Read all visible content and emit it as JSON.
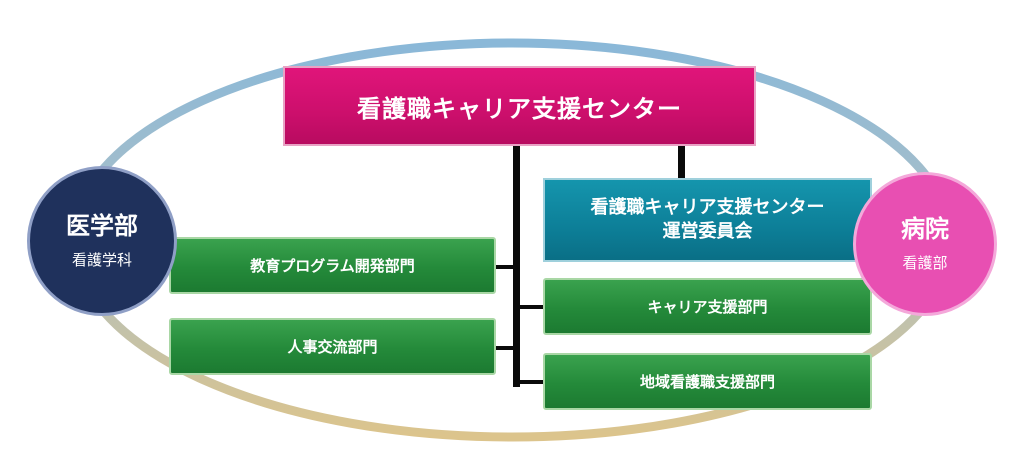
{
  "center": {
    "title": "看護職キャリア支援センター"
  },
  "committee": {
    "line1": "看護職キャリア支援センター",
    "line2": "運営委員会"
  },
  "left_departments": [
    {
      "label": "教育プログラム開発部門"
    },
    {
      "label": "人事交流部門"
    }
  ],
  "right_departments": [
    {
      "label": "キャリア支援部門"
    },
    {
      "label": "地域看護職支援部門"
    }
  ],
  "faculty": {
    "title": "医学部",
    "subtitle": "看護学科"
  },
  "hospital": {
    "title": "病院",
    "subtitle": "看護部"
  },
  "colors": {
    "center": "#cc0f6c",
    "committee": "#0d7f98",
    "department": "#248a3a",
    "faculty_circle": "#1f315c",
    "hospital_circle": "#e84fb2",
    "ring_blue": "#8ab8d8",
    "ring_gold": "#dcc48c"
  }
}
